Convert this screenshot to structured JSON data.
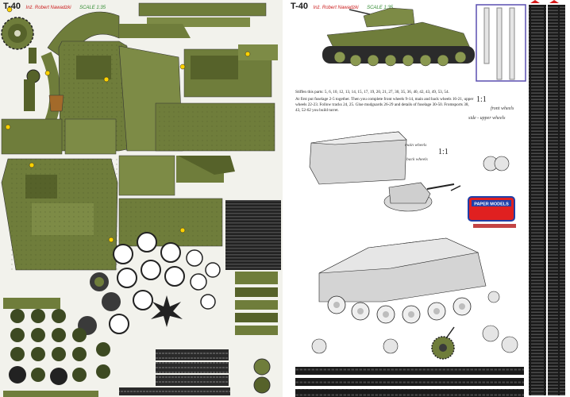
{
  "left_sheet": {
    "model": "T-40",
    "author": "Inż. Robert Nawadzki",
    "scale": "SCALE 1:35"
  },
  "right_sheet": {
    "model": "T-40",
    "author": "Inż. Robert Nawadzki",
    "scale": "SCALE 1:35",
    "instructions": [
      "Stiffen this parts: 5, 6, 10, 12, 13, 14, 15, 17, 19, 20, 21, 27, 30, 35, 36, 40, 42, 43, 49, 53, 54.",
      "At first put fuselage 2-5 together. Then you complete front wheels 9-14, main and back wheels 16-21, upper wheels 22-23. Follow tracks 24, 25. Glue mudguards 26-29 and details of fuselage 30-50. Fromsports 38, 43, 52-62 you build turret."
    ],
    "scale_label_top": "1:1",
    "scale_label_mid": "1:1",
    "label_front_wheels": "front wheels",
    "label_side_upper_wheels": "side - upper wheels",
    "label_main_wheels": "main wheels",
    "label_back_wheels": "back wheels",
    "logo_text": "PAPER MODELS"
  },
  "colors": {
    "olive": "#6f7d3b",
    "olive_dark": "#56622a",
    "olive_light": "#8a9850",
    "track": "#1f1f1f",
    "paper": "#f2f2ec",
    "accent_red": "#cc1f1f",
    "accent_green": "#2f8a2f",
    "frame_blue": "#5a4fb0",
    "gray_diagram": "#d0d0d0"
  }
}
